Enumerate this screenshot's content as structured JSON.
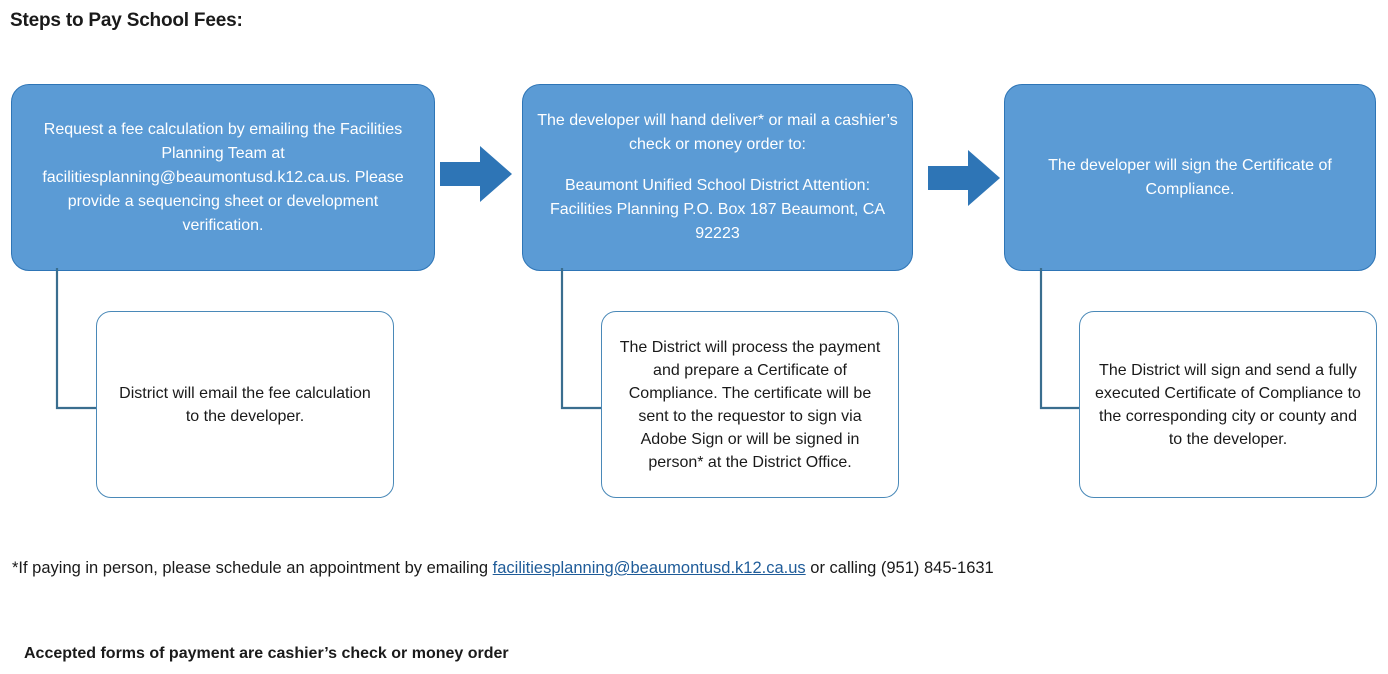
{
  "page": {
    "title": "Steps to Pay School Fees:",
    "accent_blue": "#5B9BD5",
    "accent_border": "#2E75B6",
    "arrow_color": "#2E75B6",
    "connector_color": "#3A6E8F",
    "detail_border": "#4A89B8",
    "link_color": "#1F5C99",
    "text_color": "#1a1a1a"
  },
  "steps": [
    {
      "id": "step-1",
      "paragraphs": [
        "Request a fee calculation by emailing the Facilities Planning Team at facilitiesplanning@beaumontusd.k12.ca.us. Please provide a sequencing sheet or development verification."
      ]
    },
    {
      "id": "step-2",
      "paragraphs": [
        "The developer will hand deliver* or mail a cashier’s check or money order to:",
        "Beaumont Unified School District Attention: Facilities Planning P.O. Box 187 Beaumont, CA 92223"
      ]
    },
    {
      "id": "step-3",
      "paragraphs": [
        "The developer will sign the Certificate of Compliance."
      ]
    }
  ],
  "arrows": [
    {
      "id": "arrow-1",
      "name": "right-arrow-icon"
    },
    {
      "id": "arrow-2",
      "name": "right-arrow-icon"
    }
  ],
  "details": [
    {
      "id": "detail-1",
      "text": "District will email the fee calculation to the developer."
    },
    {
      "id": "detail-2",
      "text": "The District will process the payment and prepare a Certificate of Compliance. The certificate will be sent to the requestor to sign via Adobe Sign or will be signed in person* at the District Office."
    },
    {
      "id": "detail-3",
      "text": "The District will sign and send a fully executed Certificate of Compliance to the corresponding city or county and to the developer."
    }
  ],
  "footnote": {
    "prefix": "*If paying in person, please schedule an appointment by emailing ",
    "email": "facilitiesplanning@beaumontusd.k12.ca.us",
    "middle": " or calling ",
    "phone": "(951) 845-1631"
  },
  "bottom_note": {
    "text": "Accepted forms of payment are cashier’s check or money order"
  }
}
